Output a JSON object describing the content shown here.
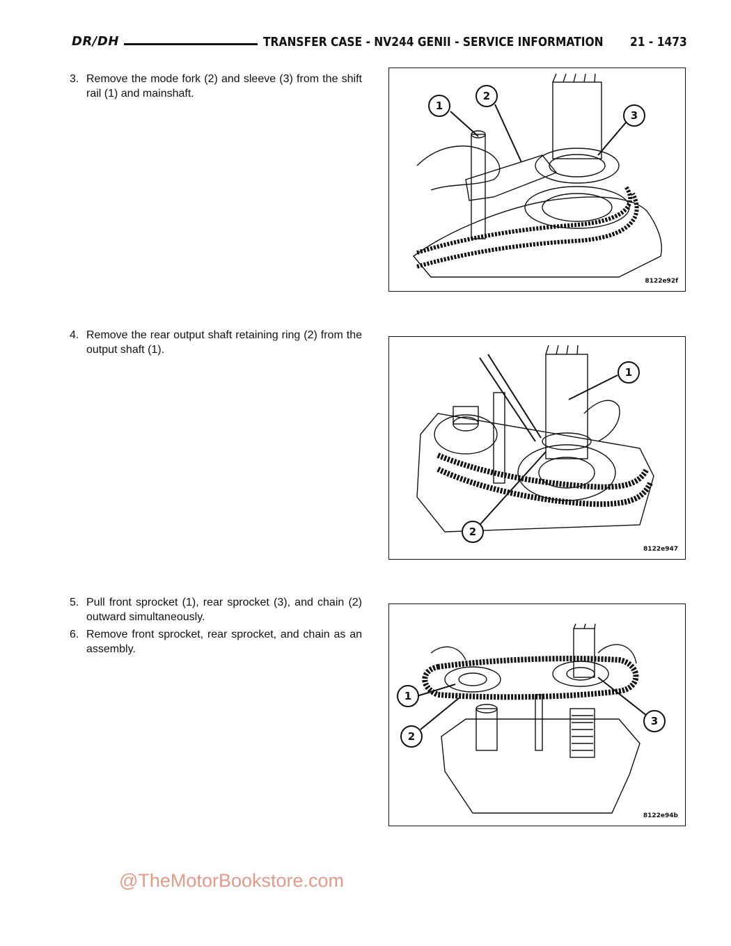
{
  "header": {
    "left": "DR/DH",
    "title": "TRANSFER CASE - NV244 GENII - SERVICE INFORMATION",
    "page": "21 - 1473"
  },
  "steps": [
    {
      "num": "3.",
      "text": "Remove the mode fork (2) and sleeve (3) from the shift rail (1) and mainshaft."
    },
    {
      "num": "4.",
      "text": "Remove the rear output shaft retaining ring (2) from the output shaft (1)."
    },
    {
      "num": "5.",
      "text": "Pull front sprocket (1), rear sprocket (3), and chain (2) outward simultaneously."
    },
    {
      "num": "6.",
      "text": "Remove front sprocket, rear sprocket, and chain as an assembly."
    }
  ],
  "figures": [
    {
      "code": "8122e92f",
      "callouts": [
        "1",
        "2",
        "3"
      ]
    },
    {
      "code": "8122e947",
      "callouts": [
        "1",
        "2"
      ]
    },
    {
      "code": "8122e94b",
      "callouts": [
        "1",
        "2",
        "3"
      ]
    }
  ],
  "watermark": "@TheMotorBookstore.com"
}
